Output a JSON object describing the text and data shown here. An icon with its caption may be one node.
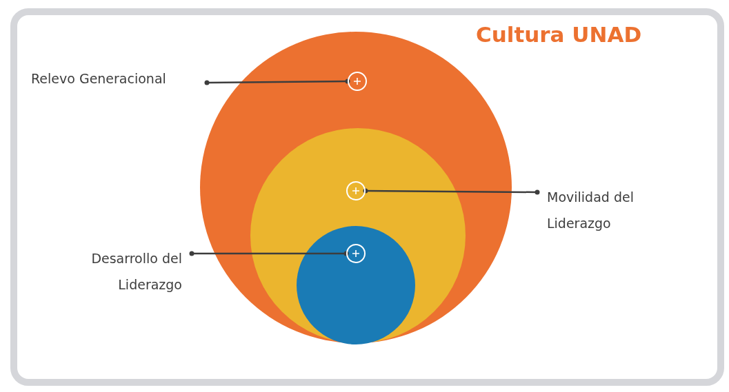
{
  "diagram": {
    "title": "Cultura UNAD",
    "nodes": [
      {
        "text": [],
        "shape": "circle"
      },
      {
        "text": [],
        "shape": "circle",
        "in": 0
      },
      {
        "text": [],
        "shape": "circle",
        "in": 1
      },
      {
        "text": [],
        "shape": "circle",
        "in": 0
      },
      {
        "text": [],
        "shape": "circle",
        "in": 1
      },
      {
        "text": [],
        "shape": "circle",
        "in": 2
      },
      {
        "text": [
          "Relevo Generacional"
        ]
      },
      {
        "text": [
          "Movilidad del Liderazgo"
        ]
      },
      {
        "text": [
          "Desarrollo del Liderazgo"
        ]
      }
    ],
    "edges": [
      {
        "from": 6,
        "to": 3,
        "arrow": "other"
      },
      {
        "from": 7,
        "to": 4,
        "arrow": "other"
      },
      {
        "from": 8,
        "to": 5,
        "arrow": "other"
      }
    ]
  }
}
